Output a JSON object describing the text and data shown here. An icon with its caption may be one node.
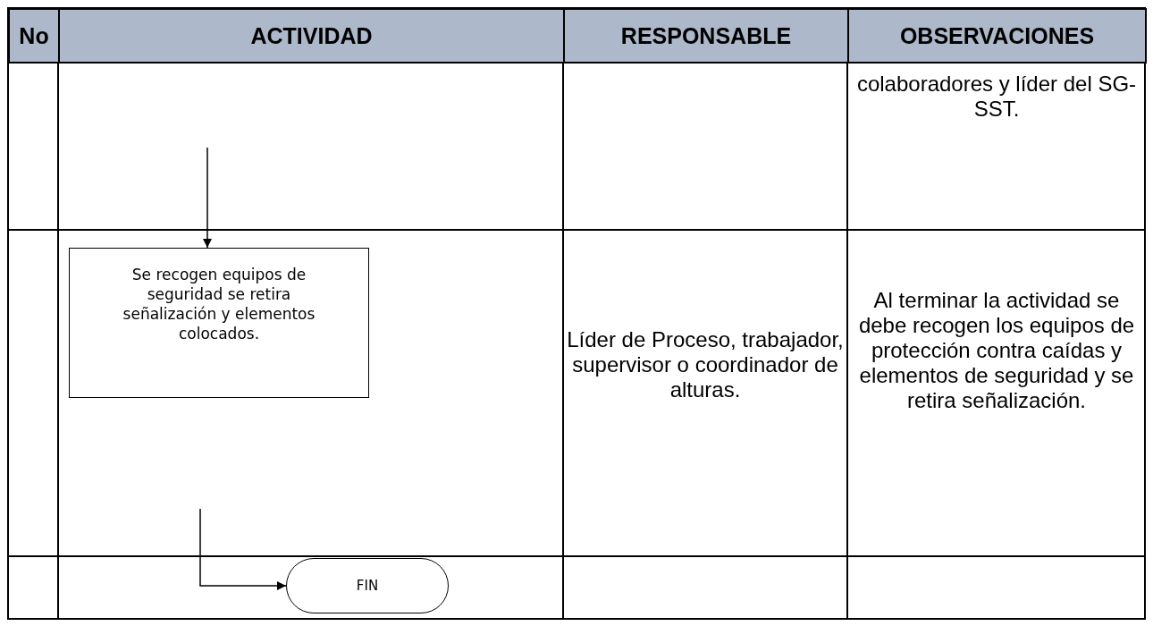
{
  "diagram": {
    "nodes": [
      {
        "text": [
          "Se recogen equipos de seguridad se retira señalización y elementos colocados."
        ]
      },
      {
        "text": [
          "FIN"
        ]
      }
    ],
    "edges": [
      {
        "from": null,
        "to": 0,
        "arrow": "to"
      },
      {
        "from": null,
        "to": 1,
        "arrow": "to"
      }
    ],
    "labels": [
      "No",
      "ACTIVIDAD",
      "RESPONSABLE",
      "OBSERVACIONES",
      "colaboradores y líder del SG-SST.",
      "Líder de Proceso, trabajador, supervisor o coordinador de alturas.",
      "Al terminar la actividad se debe recogen los equipos de protección contra caídas y elementos de seguridad y se retira señalización."
    ]
  }
}
